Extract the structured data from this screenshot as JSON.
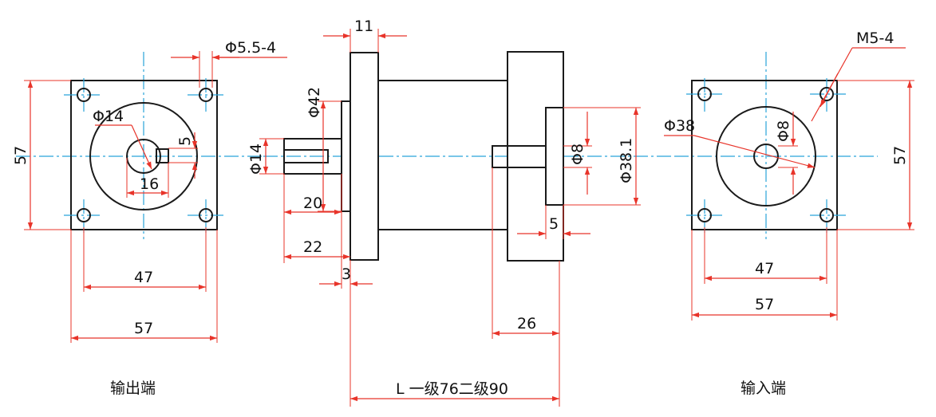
{
  "labels": {
    "output_side": "输出端",
    "input_side": "输入端",
    "total_length": "L  一级76二级90"
  },
  "dims": {
    "out_height": "57",
    "out_width": "57",
    "out_bolt_pitch": "47",
    "out_bolt_hole": "Φ5.5-4",
    "out_pilot": "Φ14",
    "out_key_width": "5",
    "out_key_height": "16",
    "flange_thickness": "11",
    "flange_diam": "Φ42",
    "shaft_diam": "Φ14",
    "shaft_len_20": "20",
    "shaft_len_22": "22",
    "shoulder_3": "3",
    "in_bore": "Φ8",
    "in_pilot": "Φ38.1",
    "in_step_5": "5",
    "in_length_26": "26",
    "in_thread": "M5-4",
    "in_pcd": "Φ38",
    "in_bore_end": "Φ8",
    "in_height": "57",
    "in_bolt_pitch": "47",
    "in_width": "57"
  },
  "colors": {
    "object_line": "#1a1a1a",
    "center_line": "#29a3d9",
    "dimension_line": "#e8342a"
  }
}
